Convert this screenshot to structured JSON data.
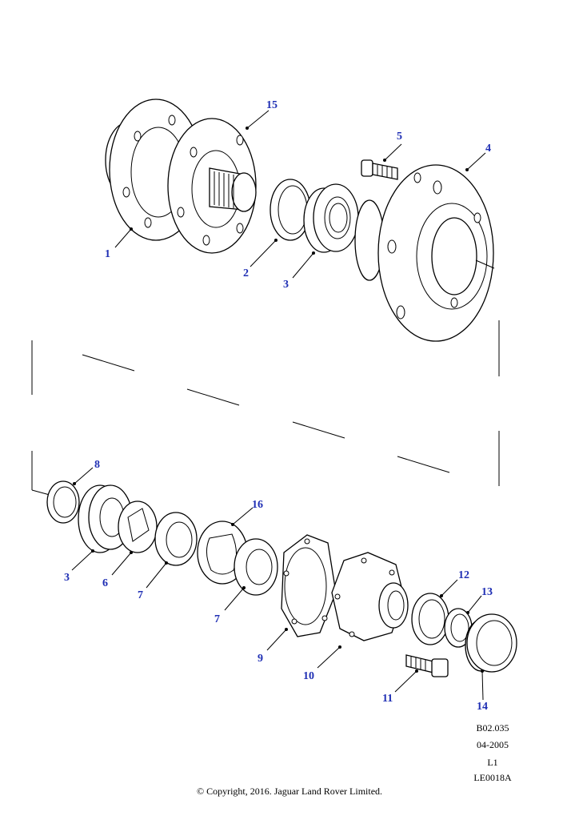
{
  "callouts": {
    "c1": "1",
    "c2": "2",
    "c3a": "3",
    "c4": "4",
    "c5": "5",
    "c15": "15",
    "c8": "8",
    "c3b": "3",
    "c6": "6",
    "c7a": "7",
    "c7b": "7",
    "c16": "16",
    "c9": "9",
    "c10": "10",
    "c11": "11",
    "c12": "12",
    "c13": "13",
    "c14": "14"
  },
  "reference": {
    "code": "B02.035",
    "date": "04-2005",
    "level": "L1",
    "illustration_id": "LE0018A"
  },
  "copyright": "© Copyright, 2016. Jaguar Land Rover Limited.",
  "colors": {
    "callout": "#1f2fb4",
    "line": "#000000"
  }
}
